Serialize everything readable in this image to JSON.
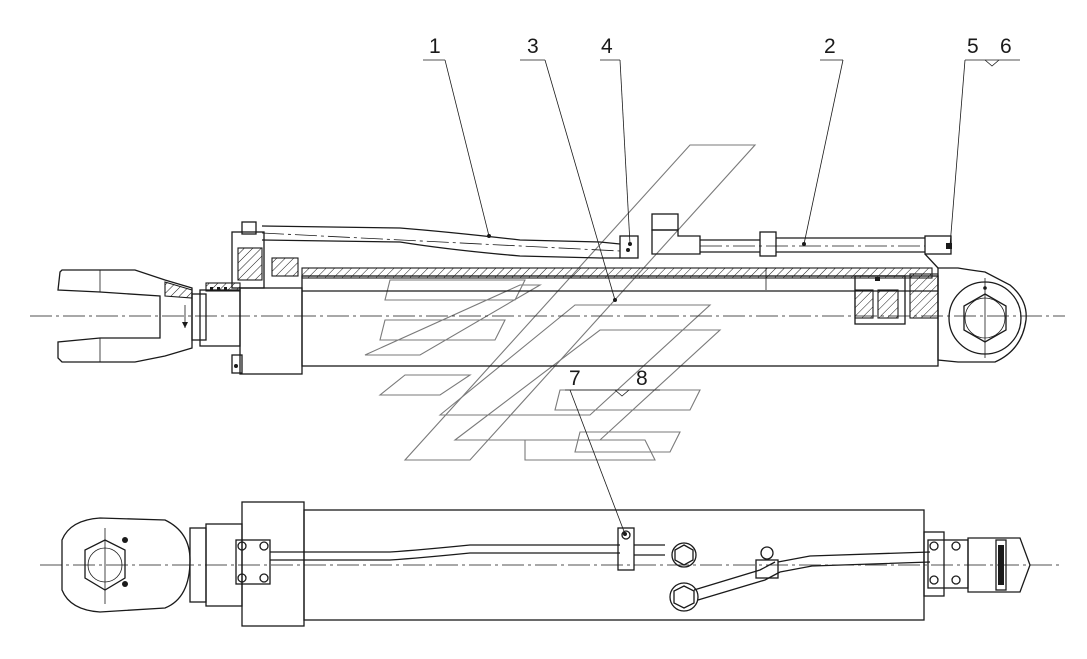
{
  "callouts": {
    "c1": "1",
    "c2": "2",
    "c3": "3",
    "c4": "4",
    "c5": "5",
    "c6": "6",
    "c7": "7",
    "c8": "8"
  },
  "colors": {
    "line": "#1a1a1a",
    "watermark": "#7a7a7a",
    "background": "#ffffff"
  }
}
